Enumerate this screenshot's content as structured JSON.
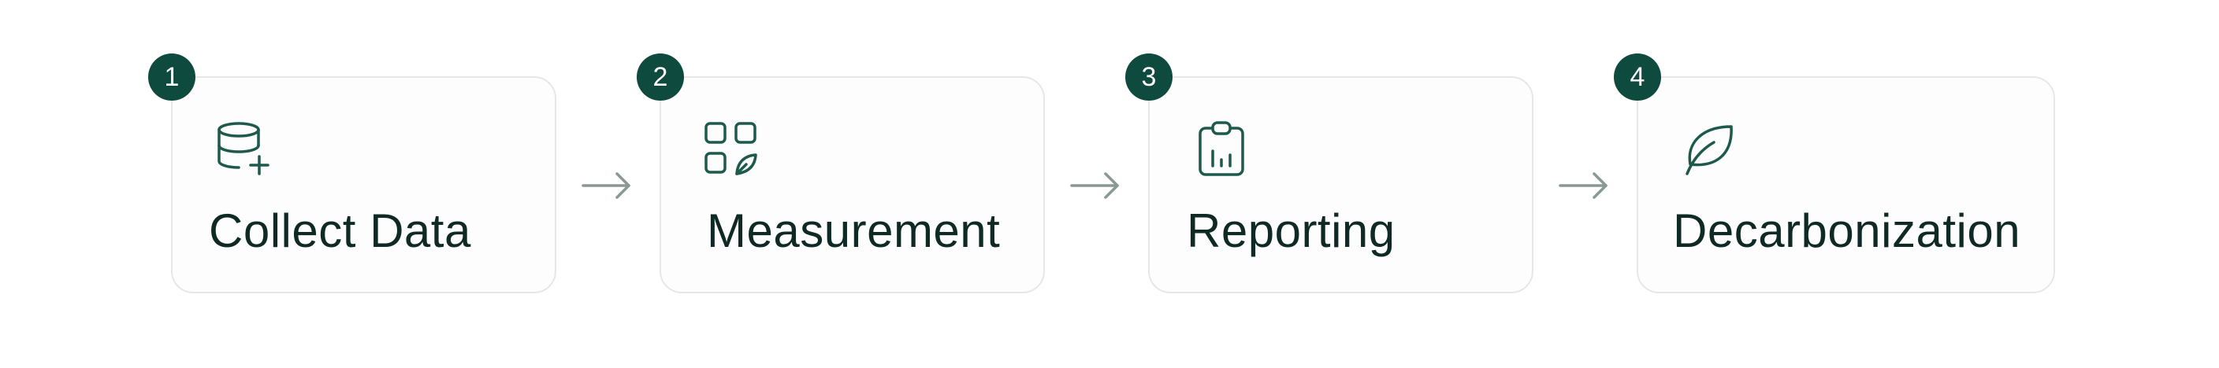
{
  "steps": [
    {
      "number": "1",
      "title": "Collect Data",
      "icon": "database-add-icon"
    },
    {
      "number": "2",
      "title": "Measurement",
      "icon": "widgets-leaf-icon"
    },
    {
      "number": "3",
      "title": "Reporting",
      "icon": "clipboard-chart-icon"
    },
    {
      "number": "4",
      "title": "Decarbonization",
      "icon": "leaf-icon"
    }
  ],
  "colors": {
    "accent": "#0e4a3e",
    "icon_stroke": "#1d5a4c",
    "title_text": "#0f2a24",
    "card_border": "#e6e8e7",
    "arrow": "#8a9893"
  }
}
